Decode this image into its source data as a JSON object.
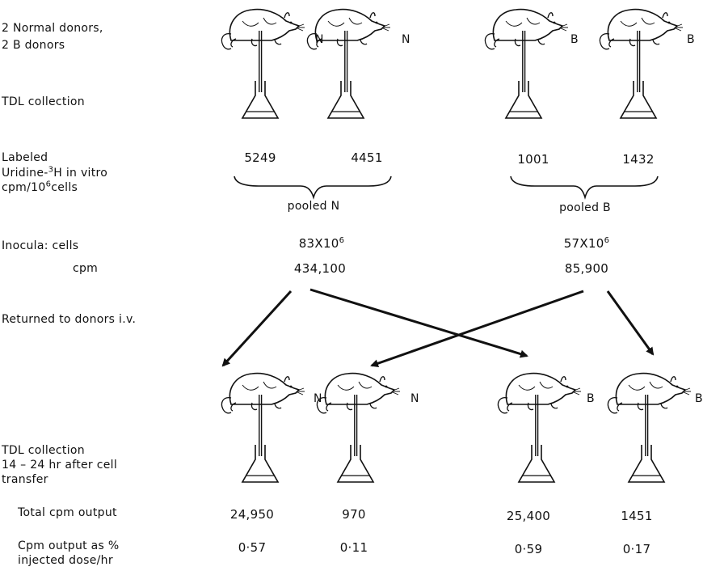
{
  "labels": {
    "donors_line1": "2 Normal donors,",
    "donors_line2": "2 B donors",
    "tdl_collection_1": "TDL collection",
    "labeled_line1": "Labeled",
    "labeled_line2_pre": "Uridine-",
    "labeled_line2_sup": "3",
    "labeled_line2_post": "H in vitro",
    "labeled_line3_pre": "cpm/10",
    "labeled_line3_sup": "6",
    "labeled_line3_post": "cells",
    "inocula": "Inocula: cells",
    "cpm": "cpm",
    "returned": "Returned to donors i.v.",
    "tdl_collection_2_line1": "TDL collection",
    "tdl_collection_2_line2": "14 – 24 hr  after cell",
    "tdl_collection_2_line3": "transfer",
    "total_cpm": "Total cpm output",
    "pct_line1": "Cpm output as %",
    "pct_line2": "injected dose/hr"
  },
  "donor_tags": {
    "top": [
      "N",
      "N",
      "B",
      "B"
    ],
    "bottom": [
      "N",
      "N",
      "B",
      "B"
    ]
  },
  "labeled_values": [
    "5249",
    "4451",
    "1001",
    "1432"
  ],
  "pooled": {
    "n": "pooled N",
    "b": "pooled B"
  },
  "inocula": {
    "n_cells_pre": "83X10",
    "n_cells_sup": "6",
    "n_cpm": "434,100",
    "b_cells_pre": "57X10",
    "b_cells_sup": "6",
    "b_cpm": "85,900"
  },
  "total_cpm_output": [
    "24,950",
    "970",
    "25,400",
    "1451"
  ],
  "pct_output": [
    "0·57",
    "0·11",
    "0·59",
    "0·17"
  ]
}
